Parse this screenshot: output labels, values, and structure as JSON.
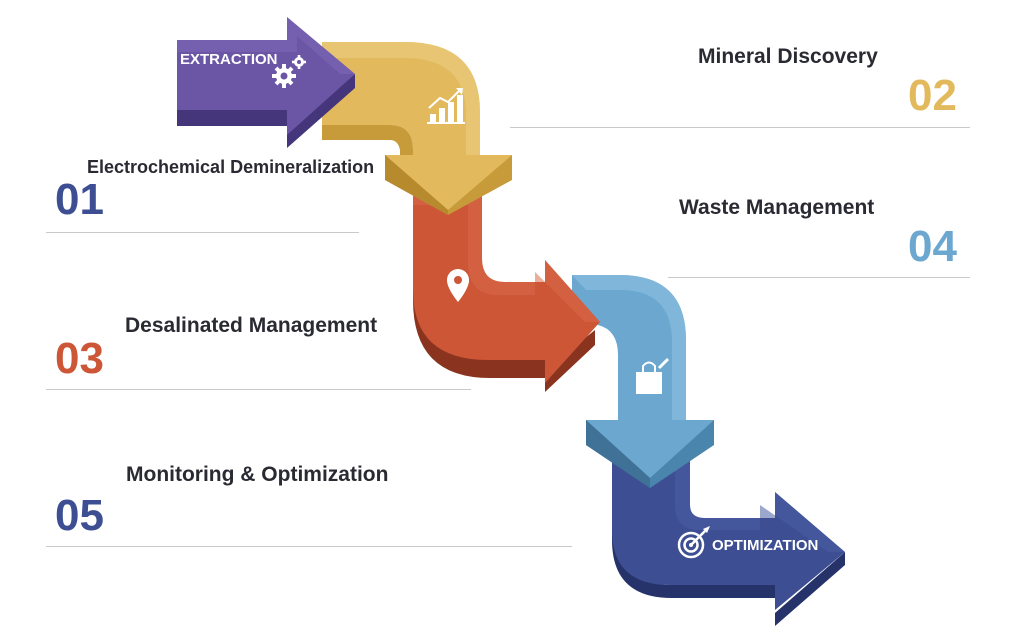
{
  "steps": [
    {
      "number": "01",
      "title": "Electrochemical Demineralization",
      "color": "#3d4f92"
    },
    {
      "number": "02",
      "title": "Mineral Discovery",
      "color": "#e2ba5d"
    },
    {
      "number": "03",
      "title": "Desalinated Management",
      "color": "#cc5636"
    },
    {
      "number": "04",
      "title": "Waste Management",
      "color": "#6ba7cf"
    },
    {
      "number": "05",
      "title": "Monitoring & Optimization",
      "color": "#3d4f92"
    }
  ],
  "arrows": {
    "start_label": "EXTRACTION",
    "end_label": "OPTIMIZATION",
    "colors": {
      "purple": "#6b55a5",
      "gold": "#e2ba5d",
      "orange": "#cc5636",
      "blue": "#6ba7cf",
      "navy": "#3d4f92"
    }
  },
  "icons": [
    "gears-icon",
    "growth-chart-icon",
    "location-pin-icon",
    "shopping-bag-icon",
    "target-icon"
  ]
}
